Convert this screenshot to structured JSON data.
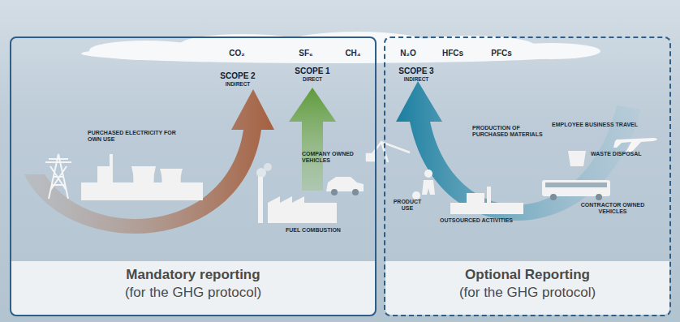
{
  "diagram": {
    "nodes": [
      {
        "text": [
          "Mandatory reporting",
          "(for the GHG protocol)"
        ]
      },
      {
        "text": [
          "Optional Reporting",
          "(for the GHG protocol)"
        ]
      }
    ],
    "labels": [
      "CO₂",
      "SF₆",
      "CH₄",
      "N₂O",
      "HFCs",
      "PFCs",
      "SCOPE 2",
      "INDIRECT",
      "SCOPE 1",
      "DIRECT",
      "SCOPE 3",
      "INDIRECT",
      "PURCHASED ELECTRICITY FOR OWN USE",
      "COMPANY OWNED VEHICLES",
      "FUEL COMBUSTION",
      "PRODUCTION OF PURCHASED MATERIALS",
      "EMPLOYEE BUSINESS TRAVEL",
      "WASTE DISPOSAL",
      "PRODUCT USE",
      "OUTSOURCED ACTIVITIES",
      "CONTRACTOR OWNED VEHICLES"
    ]
  }
}
